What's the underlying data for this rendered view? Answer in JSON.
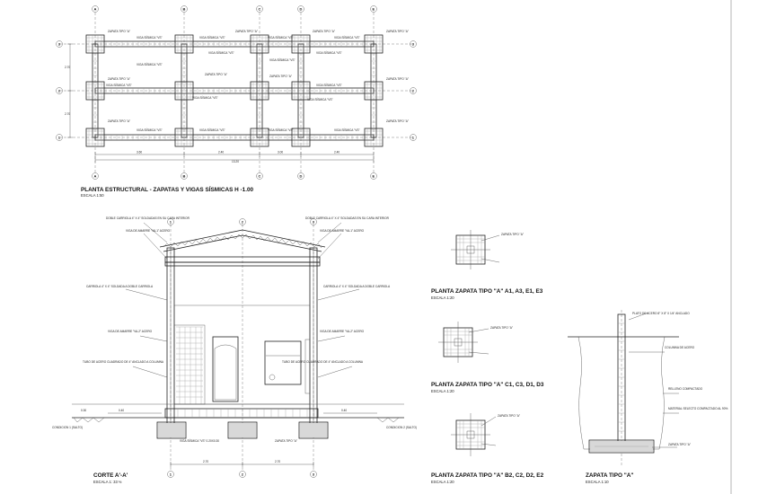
{
  "plan": {
    "title": "PLANTA ESTRUCTURAL - ZAPATAS Y VIGAS SÍSMICAS H -1.00",
    "scale": "ESCALA 1:50",
    "axes_letters": [
      "A",
      "B",
      "C",
      "D",
      "E"
    ],
    "axes_numbers": [
      "3",
      "2",
      "1"
    ],
    "beam_label": "VIGA SÍSMICA \"VS\"",
    "footing_label": "ZAPATA TIPO \"A\"",
    "dims": [
      "3.60",
      "2.40",
      "3.00",
      "2.40",
      "13.20",
      "2.70",
      "2.70"
    ]
  },
  "section": {
    "title": "CORTE A'-A'",
    "scale": "ESCALA 1: 33 ⅓",
    "axes": [
      "1",
      "2",
      "3"
    ],
    "left_label": "CONDICION 1 (SALTO)",
    "right_label": "CONDICION 2 (SALTO)",
    "dims": [
      "2.70",
      "2.70",
      "0.40",
      "0.40",
      "0.30"
    ],
    "notes_left": [
      "DOBLE CARRIOLA 4\" X 4\" SOLDADAS EN SU CARA INTERIOR",
      "VIGA DE AMARRE \"VA-1\" ACERO",
      "CARRIOLA 4\" X 4\" SOLDADA A DOBLE CARRIOLA",
      "VIGA DE AMARRE \"VA-2\" ACERO",
      "TUBO DE ACERO CUADRADO DE 4\" ANCLADO A COLUMNA"
    ],
    "notes_right": [
      "DOBLE CARRIOLA 4\" X 4\" SOLDADAS EN SU CARA INTERIOR",
      "VIGA DE AMARRE \"VA-1\" ACERO",
      "CARRIOLA 4\" X 4\" SOLDADA A DOBLE CARRIOLA",
      "VIGA DE AMARRE \"VA-2\" ACERO",
      "TUBO DE ACERO CUADRADO DE 4\" ANCLADO A COLUMNA"
    ],
    "notes_bottom": [
      "VIGA SÍSMICA \"VS\" 0.20X0.30",
      "ZAPATA TIPO \"A\""
    ]
  },
  "details": [
    {
      "title": "PLANTA ZAPATA TIPO \"A\" A1, A3, E1, E3",
      "scale": "ESCALA 1:20"
    },
    {
      "title": "PLANTA ZAPATA TIPO \"A\" C1, C3, D1, D3",
      "scale": "ESCALA 1:20"
    },
    {
      "title": "PLANTA ZAPATA TIPO \"A\" B2, C2, D2, E2",
      "scale": "ESCALA 1:20"
    }
  ],
  "zapata": {
    "title": "ZAPATA TIPO \"A\"",
    "scale": "ESCALA 1:10",
    "notes": [
      "PLATO DE ACERO 8\" X 8\" X 1/4\" ANCLADO",
      "COLUMNA DE ACERO",
      "RELLENO COMPACTADO",
      "MATERIAL SELECTO COMPACTADO AL 90%",
      "ZAPATA TIPO \"A\""
    ]
  }
}
